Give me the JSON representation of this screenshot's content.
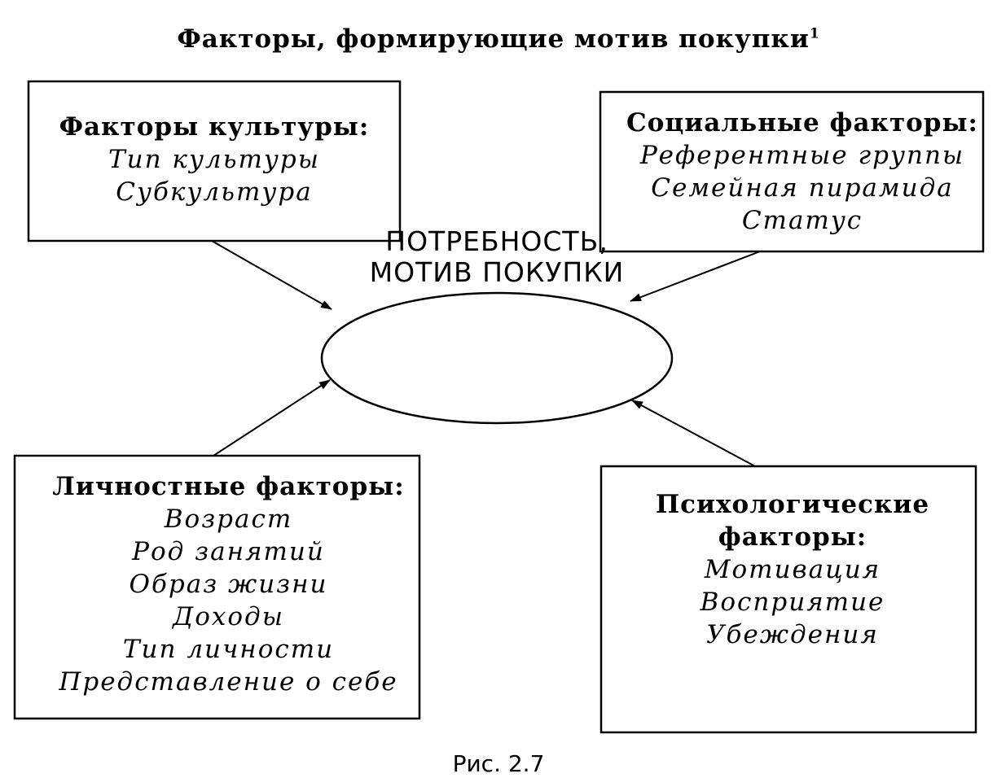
{
  "title": "Факторы, формирующие мотив покупки",
  "title_footnote": "1",
  "center_node": {
    "line1": "ПОТРЕБНОСТЬ,",
    "line2": "МОТИВ ПОКУПКИ"
  },
  "boxes": {
    "culture": {
      "heading": "Факторы культуры:",
      "items": [
        "Тип культуры",
        "Субкультура"
      ]
    },
    "social": {
      "heading": "Социальные факторы:",
      "items": [
        "Референтные группы",
        "Семейная пирамида",
        "Статус"
      ]
    },
    "personal": {
      "heading": "Личностные факторы:",
      "items": [
        "Возраст",
        "Род занятий",
        "Образ жизни",
        "Доходы",
        "Тип личности",
        "Представление о себе"
      ]
    },
    "psychological": {
      "heading_line1": "Психологические",
      "heading_line2": "факторы:",
      "items": [
        "Мотивация",
        "Восприятие",
        "Убеждения"
      ]
    }
  },
  "caption": "Рис. 2.7"
}
